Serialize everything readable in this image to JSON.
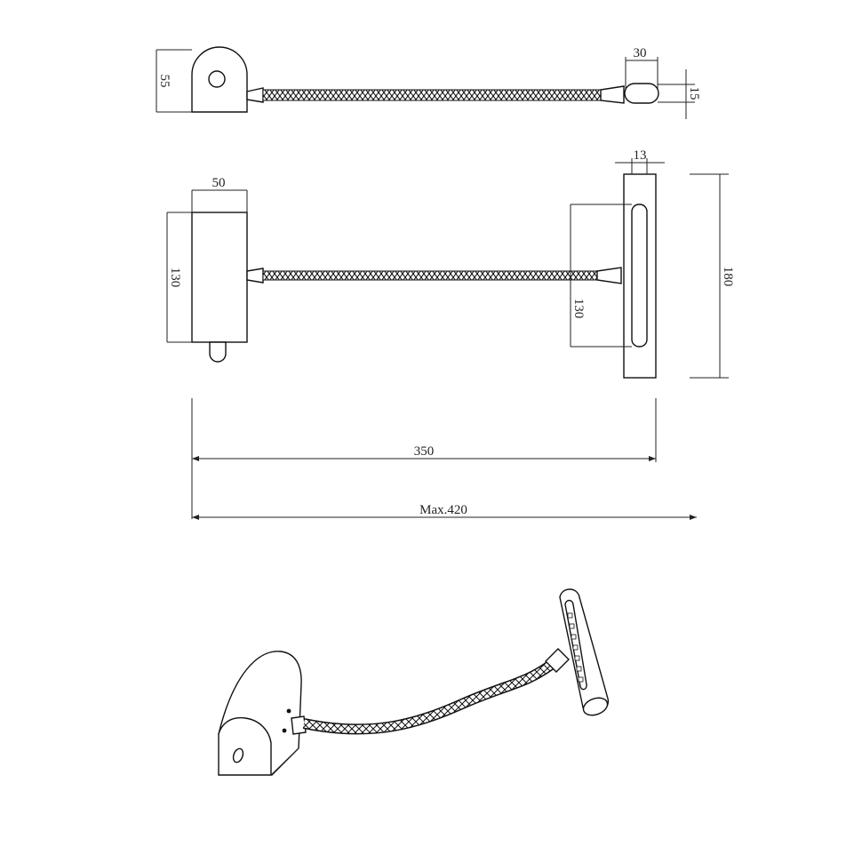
{
  "dimensions": {
    "top_height": "55",
    "head_width": "30",
    "head_thickness": "15",
    "base_width": "50",
    "head_depth": "13",
    "base_height": "130",
    "head_height": "180",
    "head_inner": "130",
    "projection": "350",
    "max_projection": "Max.420"
  },
  "colors": {
    "line": "#111111",
    "background": "#ffffff"
  }
}
